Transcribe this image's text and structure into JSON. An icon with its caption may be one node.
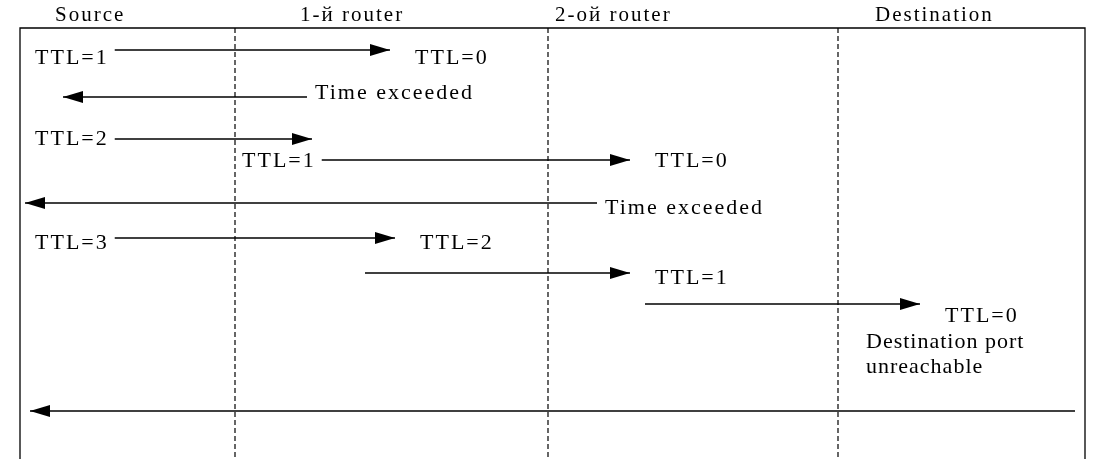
{
  "diagram": {
    "nodes": [
      {
        "text": [
          "TTL=1"
        ]
      },
      {
        "text": [
          "TTL=0"
        ]
      },
      {
        "text": [
          "Time exceeded"
        ]
      },
      {
        "text": [
          "TTL=2"
        ]
      },
      {
        "text": [
          "TTL=1"
        ]
      },
      {
        "text": [
          "TTL=0"
        ]
      },
      {
        "text": [
          "Time exceeded"
        ]
      },
      {
        "text": [
          "TTL=3"
        ]
      },
      {
        "text": [
          "TTL=2"
        ]
      },
      {
        "text": [
          "TTL=1"
        ]
      },
      {
        "text": [
          "TTL=0"
        ]
      },
      {
        "text": [
          "Destination port unreachable"
        ]
      }
    ],
    "edges": [
      {
        "from": 0,
        "to": 1,
        "arrow": "to"
      },
      {
        "from": 2,
        "to": 0,
        "arrow": "to"
      },
      {
        "from": 3,
        "to": 4,
        "arrow": "to"
      },
      {
        "from": 4,
        "to": 5,
        "arrow": "to"
      },
      {
        "from": 6,
        "to": 7,
        "arrow": "to"
      },
      {
        "from": 7,
        "to": 8,
        "arrow": "to"
      },
      {
        "from": null,
        "to": 9,
        "arrow": "to"
      },
      {
        "from": 9,
        "to": 10,
        "arrow": "to"
      },
      {
        "from": 11,
        "to": null,
        "arrow": "to"
      }
    ],
    "labels": [
      "Source",
      "1-й router",
      "2-ой router",
      "Destination"
    ]
  }
}
